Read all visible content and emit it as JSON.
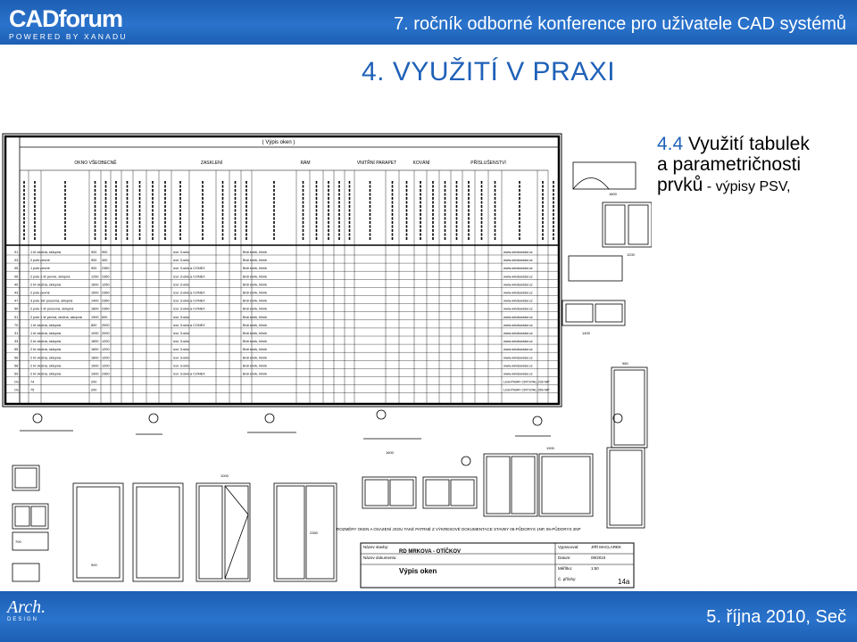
{
  "header": {
    "logo_main": "CADforum",
    "logo_tagline": "POWERED BY XANADU",
    "conference": "7. ročník odborné konference pro uživatele CAD systémů"
  },
  "slide": {
    "title": "4. VYUŽITÍ V PRAXI",
    "section_number": "4.4",
    "section_line1": " Využití tabulek",
    "section_line2": "a parametričnosti",
    "section_line3": "prvků",
    "section_line3_small": " - výpisy PSV,"
  },
  "drawing": {
    "table_title": "( Výpis oken )",
    "group_headers": [
      "OKNO VŠEOBECNĚ",
      "ZASKLENÍ",
      "RÁM",
      "VNITŘNÍ PARAPET",
      "KOVÁNÍ",
      "PŘÍSLUŠENSTVÍ"
    ],
    "rows": [
      {
        "id": "01",
        "desc": "1 kř  otočná, sklopná",
        "w": "900",
        "h": "900",
        "glass": "izol. 3-sklo",
        "frame": "Brdi  smrk, hliník",
        "info": "www.windowstar.cz"
      },
      {
        "id": "03",
        "desc": "2 pole  pevné",
        "w": "900",
        "h": "400",
        "glass": "izol. 3-sklo",
        "frame": "Brdi  smrk, hliník",
        "info": "www.windowstar.cz"
      },
      {
        "id": "05",
        "desc": "1 pole  pevné",
        "w": "900",
        "h": "2350",
        "glass": "izol. 3-sklo a CONEX",
        "frame": "Brdi  smrk, hliník",
        "info": "www.windowstar.cz"
      },
      {
        "id": "06",
        "desc": "2 pole 1 kř  pevné, sklopná",
        "w": "1250",
        "h": "2350",
        "glass": "izol. 3-sklo a CONEX",
        "frame": "Brdi  smrk, hliník",
        "info": "www.windowstar.cz"
      },
      {
        "id": "40",
        "desc": "2 kř  otočná, sklopná",
        "w": "1600",
        "h": "1250",
        "glass": "izol. 3-sklo",
        "frame": "Brdi  smrk, hliník",
        "info": "www.windowstar.cz"
      },
      {
        "id": "43",
        "desc": "2 pole  pevné",
        "w": "1500",
        "h": "2350",
        "glass": "izol. 3-sklo a CONEX",
        "frame": "Brdi  smrk, hliník",
        "info": "www.windowstar.cz"
      },
      {
        "id": "47",
        "desc": "3 pole 1kř  posuvná, sklopná",
        "w": "1400",
        "h": "2350",
        "glass": "izol. 3-sklo a CONEX",
        "frame": "Brdi  smrk, hliník",
        "info": "www.windowstar.cz"
      },
      {
        "id": "50",
        "desc": "2 pole 1 kř  posuvná, sklopná",
        "w": "1800",
        "h": "2350",
        "glass": "izol. 3-sklo a CONEX",
        "frame": "Brdi  smrk, hliník",
        "info": "www.windowstar.cz"
      },
      {
        "id": "51",
        "desc": "2 pole 1 kř  pevná, otočná, sklopná",
        "w": "1900",
        "h": "600",
        "glass": "izol. 3-sklo",
        "frame": "Brdi  smrk, hliník",
        "info": "www.windowstar.cz"
      },
      {
        "id": "70",
        "desc": "1 kř  otočná, sklopná",
        "w": "800",
        "h": "2000",
        "glass": "izol. 3-sklo a CONEX",
        "frame": "Brdi  smrk, hliník",
        "info": "www.windowstar.cz"
      },
      {
        "id": "31",
        "desc": "1 kř  otočná, sklopná",
        "w": "1090",
        "h": "2000",
        "glass": "izol. 3-sklo",
        "frame": "Brdi  smrk, hliník",
        "info": "www.windowstar.cz"
      },
      {
        "id": "33",
        "desc": "2 kř  otočná, sklopná",
        "w": "1800",
        "h": "1200",
        "glass": "izol. 3-sklo",
        "frame": "Brdi  smrk, hliník",
        "info": "www.windowstar.cz"
      },
      {
        "id": "55",
        "desc": "2 kř  otočná, sklopná",
        "w": "1800",
        "h": "1200",
        "glass": "izol. 3-sklo",
        "frame": "Brdi  smrk, hliník",
        "info": "www.windowstar.cz"
      },
      {
        "id": "56",
        "desc": "2 kř  otočná, sklopná",
        "w": "1800",
        "h": "1200",
        "glass": "izol. 3-sklo",
        "frame": "Brdi  smrk, hliník",
        "info": "www.windowstar.cz"
      },
      {
        "id": "58",
        "desc": "2 kř  otočná, sklopná",
        "w": "1500",
        "h": "1200",
        "glass": "izol. 3-sklo",
        "frame": "Brdi  smrk, hliník",
        "info": "www.windowstar.cz"
      },
      {
        "id": "59",
        "desc": "2 kř  otočná, sklopná",
        "w": "1900",
        "h": "2350",
        "glass": "izol. 3-sklo a CONEX",
        "frame": "Brdi  smrk, hliník",
        "info": "www.windowstar.cz"
      }
    ],
    "extra_rows": [
      {
        "id": "Ox",
        "desc": "74",
        "w": "200",
        "info": "LIGHTWAY CRYSTAL 230 MP"
      },
      {
        "id": "Ox",
        "desc": "75",
        "w": "200",
        "info": "LIGHTWAY CRYSTAL 350 MP"
      }
    ],
    "dimension_labels": [
      "1800",
      "1200",
      "960",
      "1400",
      "1000",
      "1600",
      "1900",
      "2350",
      "900",
      "700"
    ],
    "stamp_note": "ROZMĚRY OKEN A OSAZENÍ JSOU TAKÉ PATRNÉ Z VÝKRESOVÉ DOKUMENTACE STAVBY 05-PŮDORYS 1NP, 06-PŮDORYS 2NP",
    "stamp_name_label": "Název stavby:",
    "stamp_name": "RD MRKOVA - OTÍČKOV",
    "stamp_doc_label": "Název dokumentu:",
    "stamp_doc": "Výpis oken",
    "stamp_author_label": "Vypracoval:",
    "stamp_author": "JIŘÍ MACLAREK",
    "stamp_date_label": "Datum:",
    "stamp_date": "09/2010",
    "stamp_scale_label": "Měřítko:",
    "stamp_scale": "1:50",
    "stamp_sheet_label": "Č. přílohy:",
    "stamp_sheet": "14a"
  },
  "footer": {
    "arch_logo": "Arch.",
    "arch_sub": "DESIGN",
    "date": "5. října 2010, Seč"
  },
  "colors": {
    "header_blue": "#2a73cc",
    "title_blue": "#1f61b8"
  }
}
